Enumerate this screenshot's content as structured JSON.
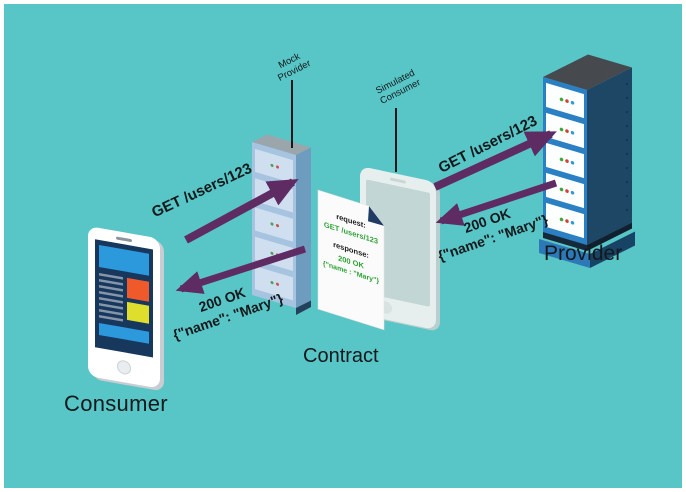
{
  "canvas": {
    "background_color": "#58C5C6",
    "border_color": "#FFFFFF"
  },
  "colors": {
    "arrow_purple": "#5E2B63",
    "label_text": "#15191C",
    "contract_green": "#2FA336",
    "provider_frame_blue": "#2A80C2",
    "mock_provider_blue": "#A6C4E0"
  },
  "nodes": {
    "consumer": {
      "label": "Consumer",
      "icon": "smartphone-icon"
    },
    "mock_provider": {
      "label_line1": "Mock",
      "label_line2": "Provider",
      "icon": "server-rack-icon"
    },
    "contract": {
      "label": "Contract",
      "icon": "document-icon",
      "content": {
        "request_key": "request:",
        "request_value": "GET /users/123",
        "response_key": "response:",
        "response_line1": "200 OK",
        "response_line2": "{\"name : \"Mary\"}"
      }
    },
    "simulated_consumer": {
      "label_line1": "Simulated",
      "label_line2": "Consumer",
      "icon": "tablet-icon"
    },
    "provider": {
      "label": "Provider",
      "icon": "server-rack-icon"
    }
  },
  "arrows": {
    "consumer_request": {
      "label": "GET /users/123",
      "direction": "consumer to mock provider"
    },
    "mock_response": {
      "label_line1": "200 OK",
      "label_line2": "{\"name\": \"Mary\"}",
      "direction": "mock provider to consumer"
    },
    "simulated_request": {
      "label": "GET /users/123",
      "direction": "simulated consumer to provider"
    },
    "provider_response": {
      "label_line1": "200 OK",
      "label_line2": "{\"name\": \"Mary\"}",
      "direction": "provider to simulated consumer"
    }
  }
}
